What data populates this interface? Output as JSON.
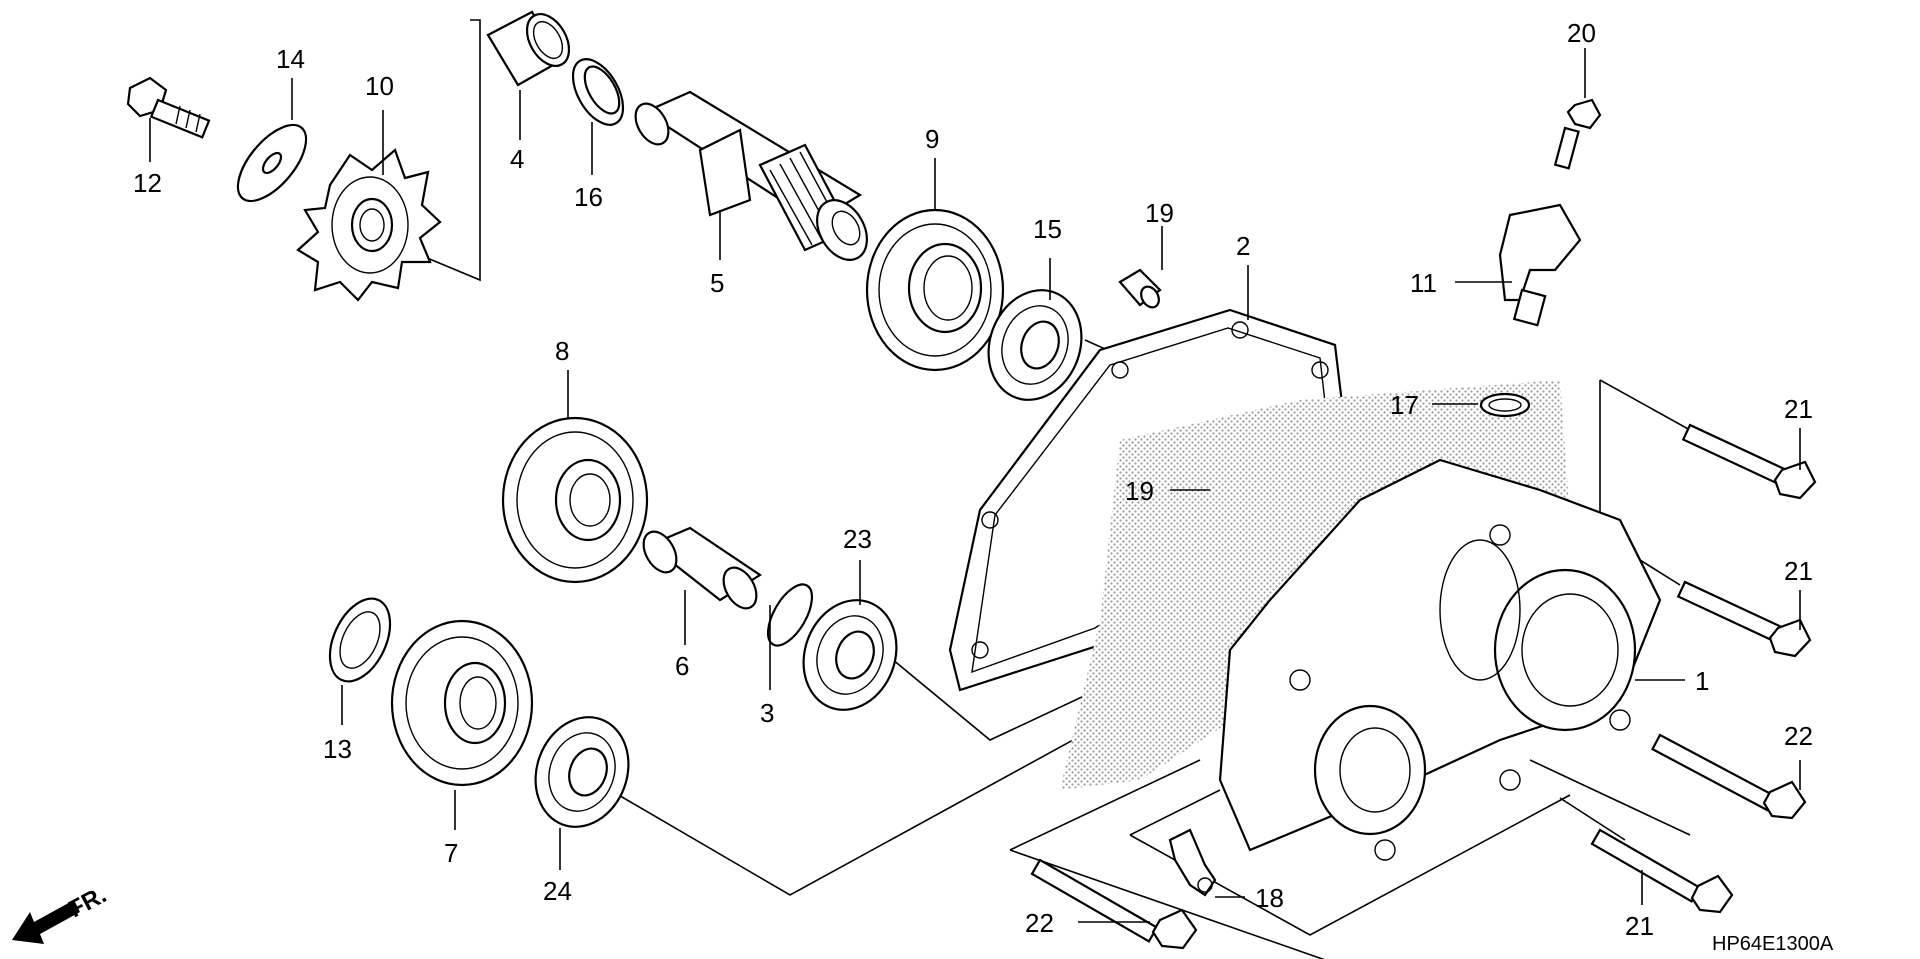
{
  "diagram": {
    "drawing_code": "HP64E1300A",
    "front_marker": "FR.",
    "callouts": [
      {
        "id": "c1",
        "label": "1"
      },
      {
        "id": "c2",
        "label": "2"
      },
      {
        "id": "c3",
        "label": "3"
      },
      {
        "id": "c4",
        "label": "4"
      },
      {
        "id": "c5",
        "label": "5"
      },
      {
        "id": "c6",
        "label": "6"
      },
      {
        "id": "c7",
        "label": "7"
      },
      {
        "id": "c8",
        "label": "8"
      },
      {
        "id": "c9",
        "label": "9"
      },
      {
        "id": "c10",
        "label": "10"
      },
      {
        "id": "c11",
        "label": "11"
      },
      {
        "id": "c12",
        "label": "12"
      },
      {
        "id": "c13",
        "label": "13"
      },
      {
        "id": "c14",
        "label": "14"
      },
      {
        "id": "c15",
        "label": "15"
      },
      {
        "id": "c16",
        "label": "16"
      },
      {
        "id": "c17",
        "label": "17"
      },
      {
        "id": "c18",
        "label": "18"
      },
      {
        "id": "c19a",
        "label": "19"
      },
      {
        "id": "c19b",
        "label": "19"
      },
      {
        "id": "c20",
        "label": "20"
      },
      {
        "id": "c21a",
        "label": "21"
      },
      {
        "id": "c21b",
        "label": "21"
      },
      {
        "id": "c21c",
        "label": "21"
      },
      {
        "id": "c22a",
        "label": "22"
      },
      {
        "id": "c22b",
        "label": "22"
      },
      {
        "id": "c23",
        "label": "23"
      },
      {
        "id": "c24",
        "label": "24"
      }
    ]
  }
}
